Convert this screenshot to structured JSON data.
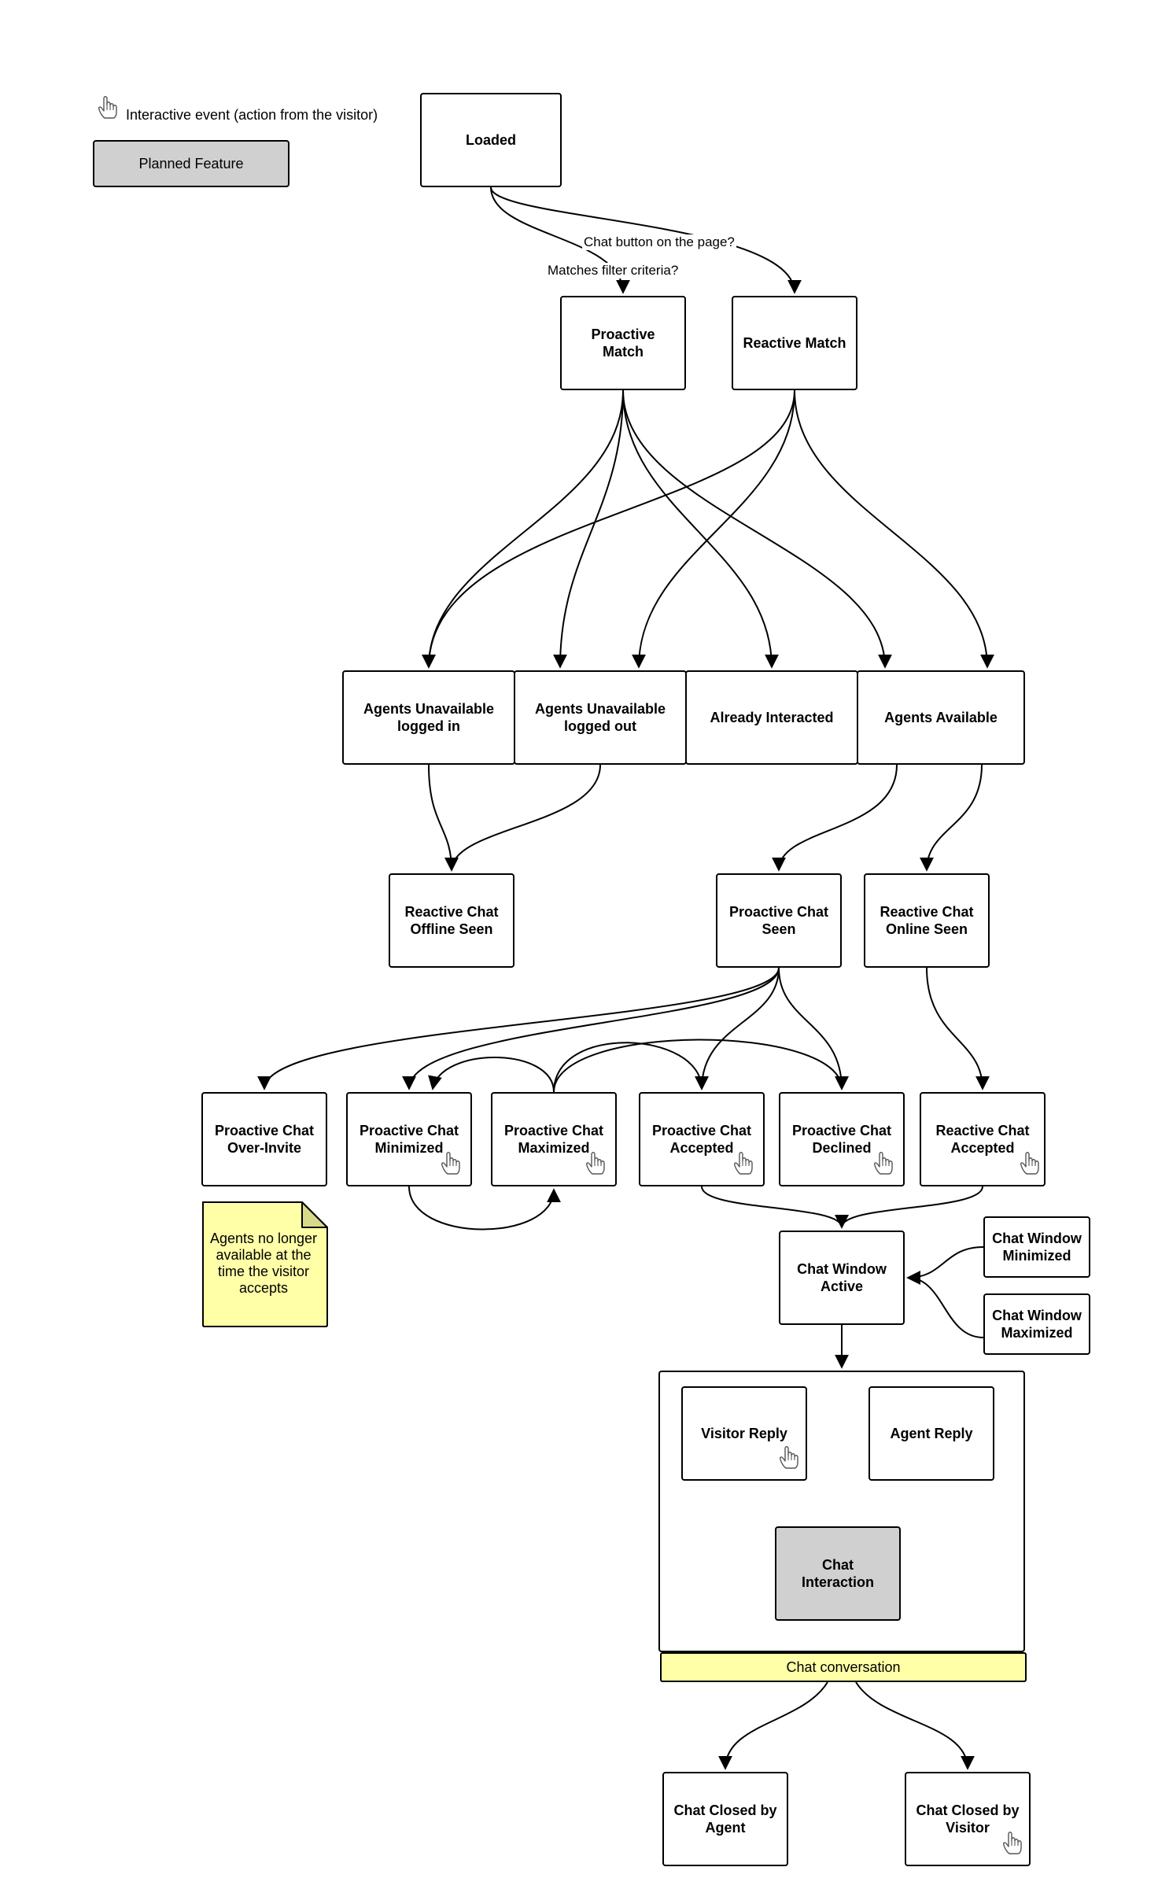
{
  "legend": {
    "interactive_event": "Interactive event (action from the visitor)",
    "planned_feature": "Planned Feature"
  },
  "nodes": {
    "loaded": "Loaded",
    "proactive_match": "Proactive Match",
    "reactive_match": "Reactive Match",
    "agents_unavailable_logged_in": "Agents Unavailable logged in",
    "agents_unavailable_logged_out": "Agents Unavailable logged out",
    "already_interacted": "Already Interacted",
    "agents_available": "Agents Available",
    "reactive_chat_offline_seen": "Reactive Chat Offline Seen",
    "proactive_chat_seen": "Proactive Chat Seen",
    "reactive_chat_online_seen": "Reactive Chat Online Seen",
    "proactive_chat_over_invite": "Proactive Chat Over-Invite",
    "proactive_chat_minimized": "Proactive Chat Minimized",
    "proactive_chat_maximized": "Proactive Chat Maximized",
    "proactive_chat_accepted": "Proactive Chat Accepted",
    "proactive_chat_declined": "Proactive Chat Declined",
    "reactive_chat_accepted": "Reactive Chat Accepted",
    "chat_window_active": "Chat Window Active",
    "chat_window_minimized": "Chat Window Minimized",
    "chat_window_maximized": "Chat Window Maximized",
    "visitor_reply": "Visitor Reply",
    "agent_reply": "Agent Reply",
    "chat_interaction": "Chat Interaction",
    "chat_closed_by_agent": "Chat Closed by Agent",
    "chat_closed_by_visitor": "Chat Closed by Visitor"
  },
  "note": "Agents no longer available at the time the visitor accepts",
  "container_label": "Chat conversation",
  "edge_labels": {
    "chat_button": "Chat button on the page?",
    "matches_filter": "Matches filter criteria?"
  },
  "interactive_nodes": [
    "proactive_chat_minimized",
    "proactive_chat_maximized",
    "proactive_chat_accepted",
    "proactive_chat_declined",
    "reactive_chat_accepted",
    "visitor_reply",
    "chat_closed_by_visitor"
  ],
  "planned_nodes": [
    "chat_interaction"
  ],
  "colors": {
    "planned": "#d0d0d0",
    "note": "#ffffa8",
    "line": "#000000"
  }
}
